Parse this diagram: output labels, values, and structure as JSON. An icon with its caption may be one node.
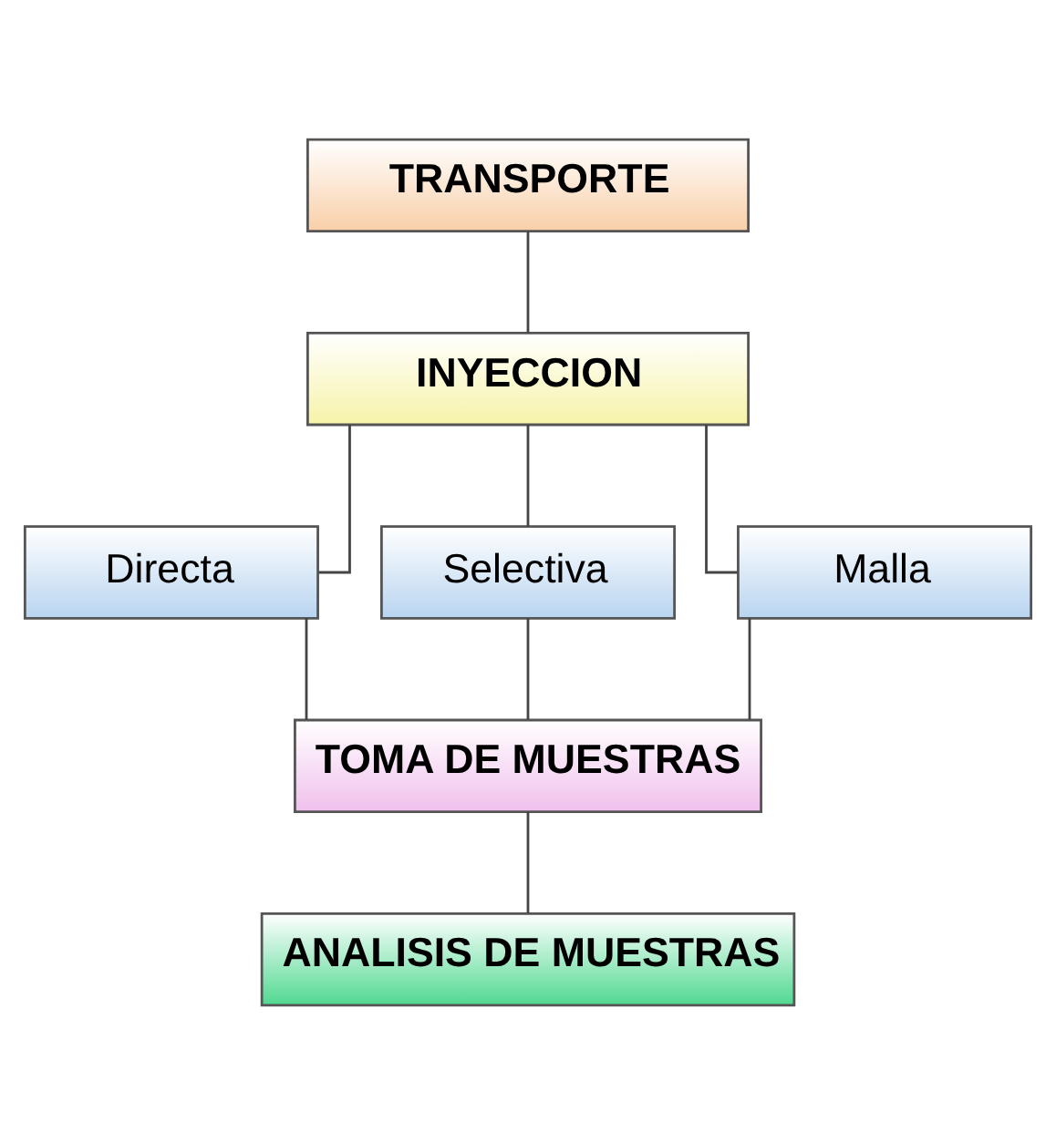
{
  "diagram": {
    "nodes": [
      {
        "text": [
          "TRANSPORTE"
        ]
      },
      {
        "text": [
          "INYECCION"
        ]
      },
      {
        "text": [
          "Directa"
        ]
      },
      {
        "text": [
          "Selectiva"
        ]
      },
      {
        "text": [
          "Malla"
        ]
      },
      {
        "text": [
          "TOMA DE MUESTRAS"
        ]
      },
      {
        "text": [
          "ANALISIS DE MUESTRAS"
        ]
      }
    ],
    "edges": [
      {
        "from": 0,
        "to": 1,
        "arrow": "none"
      },
      {
        "from": 1,
        "to": 2,
        "arrow": "none"
      },
      {
        "from": 1,
        "to": 3,
        "arrow": "none"
      },
      {
        "from": 1,
        "to": 4,
        "arrow": "none"
      },
      {
        "from": 2,
        "to": 5,
        "arrow": "none"
      },
      {
        "from": 3,
        "to": 5,
        "arrow": "none"
      },
      {
        "from": 4,
        "to": 5,
        "arrow": "none"
      },
      {
        "from": 5,
        "to": 6,
        "arrow": "none"
      }
    ]
  }
}
